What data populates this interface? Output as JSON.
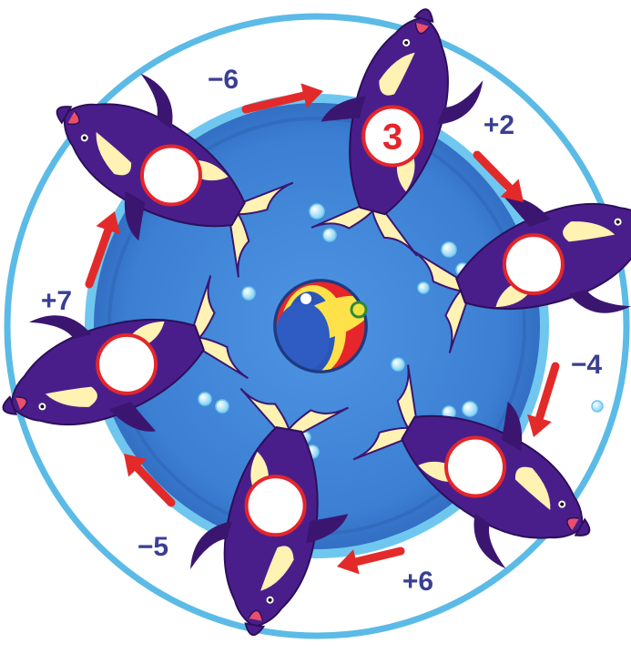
{
  "puzzle": {
    "start_value": "3",
    "operations": [
      "+2",
      "−4",
      "+6",
      "−5",
      "+7",
      "−6"
    ],
    "answer_circles": [
      "3",
      "",
      "",
      "",
      "",
      ""
    ]
  },
  "colors": {
    "ring_border": "#5bbbe6",
    "pool_blue": "#3c7fd3",
    "pool_edge": "#2b5fb0",
    "dolphin_purple": "#4a1e8a",
    "dolphin_belly": "#fff2b3",
    "arrow_red": "#e32a2a",
    "operation_text": "#3a3f94",
    "circle_border": "#e3262b"
  },
  "icons": {
    "creature": "dolphin-icon",
    "center": "beach-ball-icon",
    "decor": "bubble-icon",
    "flow": "arrow-icon"
  }
}
